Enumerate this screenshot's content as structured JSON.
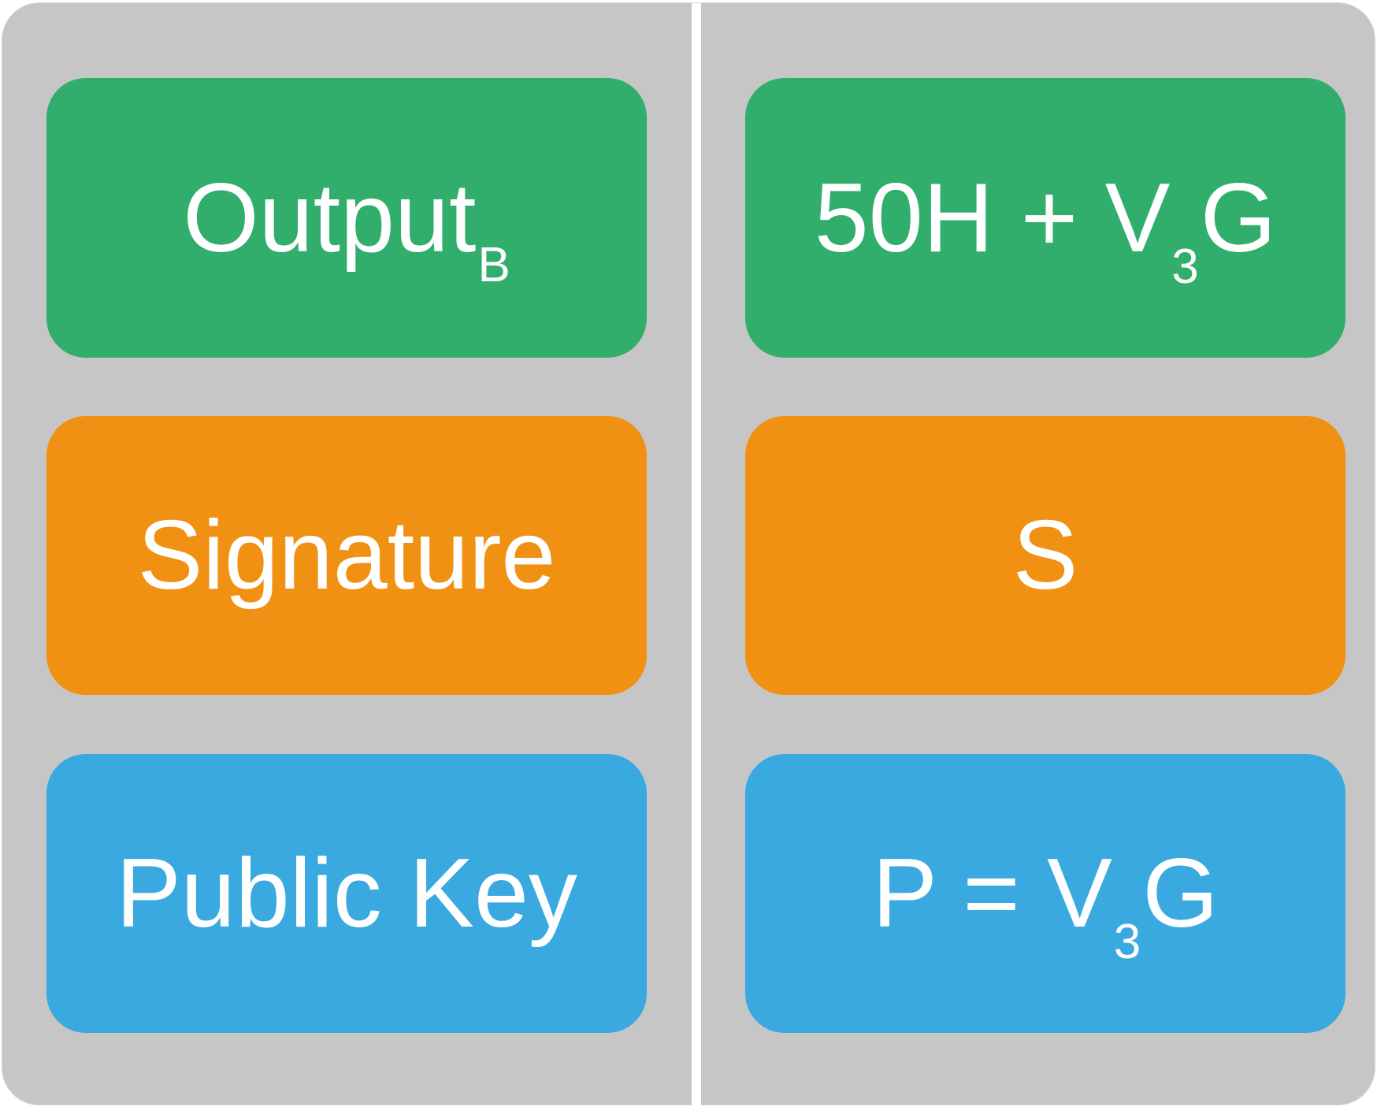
{
  "left_column": {
    "output": {
      "main": "Output",
      "sub": "B"
    },
    "signature": {
      "label": "Signature"
    },
    "public_key": {
      "label": "Public Key"
    }
  },
  "right_column": {
    "output_value": {
      "prefix": "50H + V",
      "sub": "3",
      "suffix": "G"
    },
    "signature_value": {
      "label": "S"
    },
    "public_key_value": {
      "prefix": "P = V",
      "sub": "3",
      "suffix": "G"
    }
  },
  "colors": {
    "background": "#c6c6c6",
    "green": "#31ae6c",
    "orange": "#f09113",
    "blue": "#3aa9df",
    "divider": "#ffffff"
  }
}
